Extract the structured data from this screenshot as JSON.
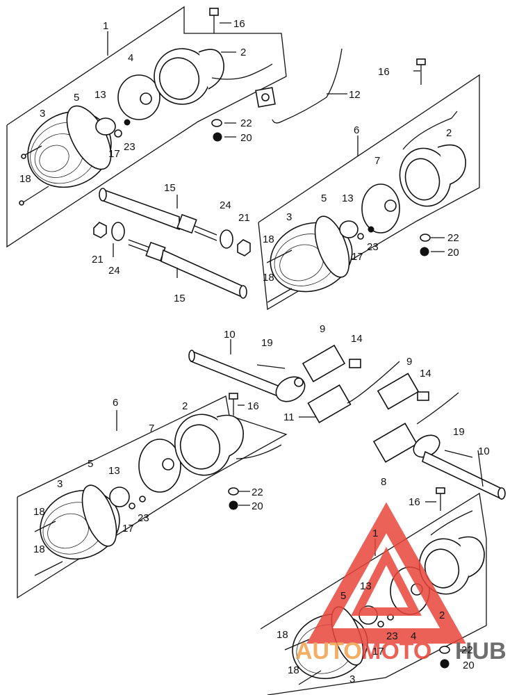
{
  "diagram": {
    "callouts": {
      "c1a": "1",
      "c16a": "16",
      "c2a": "2",
      "c4a": "4",
      "c12": "12",
      "c5a": "5",
      "c13a": "13",
      "c3a": "3",
      "c22a": "22",
      "c20a": "20",
      "c23a": "23",
      "c17a": "17",
      "c18a": "18",
      "c16b": "16",
      "c6a": "6",
      "c2b": "2",
      "c7a": "7",
      "c15a": "15",
      "c24a": "24",
      "c21a": "21",
      "c5b": "5",
      "c13b": "13",
      "c3b": "3",
      "c18b": "18",
      "c18c": "18",
      "c23b": "23",
      "c17b": "17",
      "c22b": "22",
      "c20b": "20",
      "c21b": "21",
      "c24b": "24",
      "c15b": "15",
      "c10a": "10",
      "c19a": "19",
      "c9a": "9",
      "c14a": "14",
      "c9b": "9",
      "c14b": "14",
      "c11": "11",
      "c6b": "6",
      "c16c": "16",
      "c2c": "2",
      "c7b": "7",
      "c19b": "19",
      "c10b": "10",
      "c5c": "5",
      "c13c": "13",
      "c3c": "3",
      "c22c": "22",
      "c20c": "20",
      "c23c": "23",
      "c17c": "17",
      "c18d": "18",
      "c18e": "18",
      "c8": "8",
      "c16d": "16",
      "c1b": "1",
      "c13d": "13",
      "c5d": "5",
      "c2d": "2",
      "c23d": "23",
      "c4b": "4",
      "c18f": "18",
      "c17d": "17",
      "c22d": "22",
      "c18g": "18",
      "c3d": "3",
      "c20d": "20"
    }
  },
  "watermark": {
    "text_a": "AUTO",
    "text_b": "MOTO",
    "text_c": "HUB",
    "color_red": "#e8463c",
    "color_orange": "#f2a14a",
    "color_gray": "#555555"
  }
}
